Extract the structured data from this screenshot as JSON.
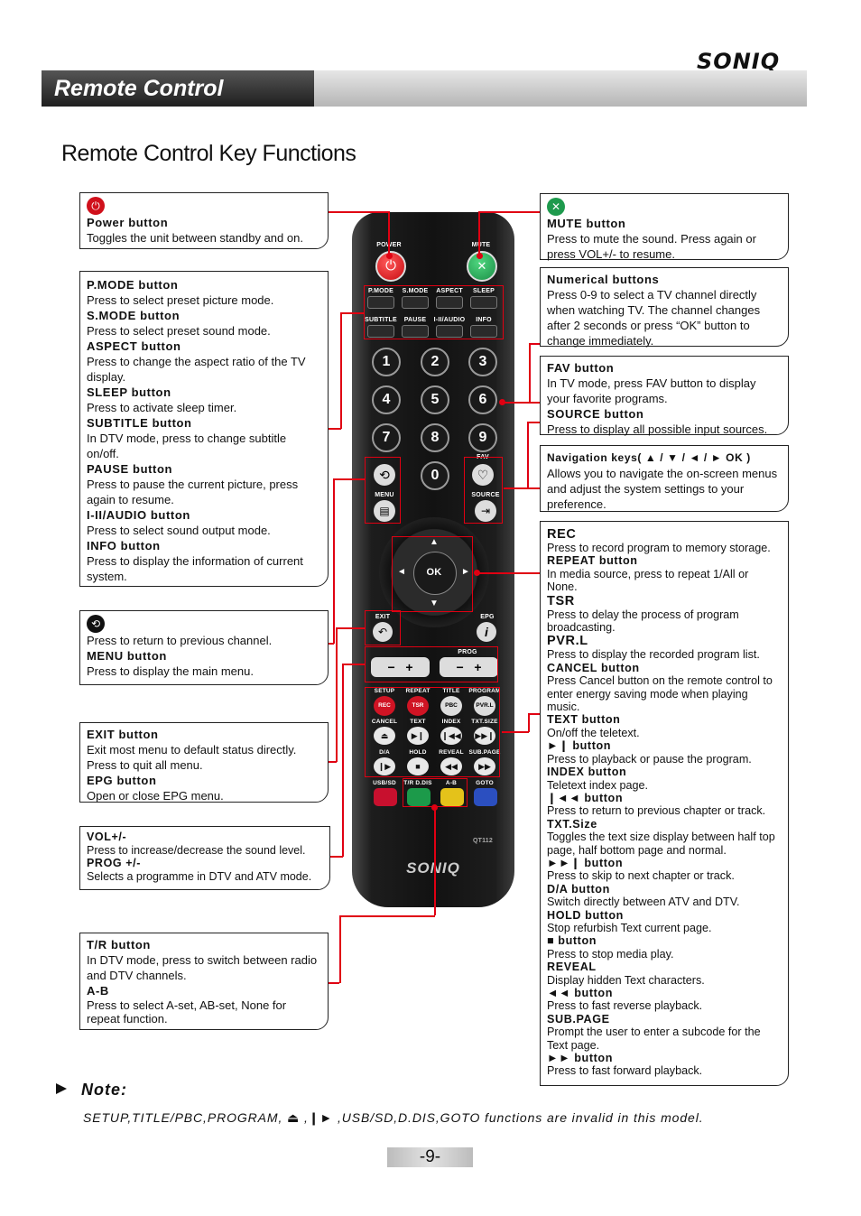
{
  "header": {
    "brand": "SONIQ",
    "section_title": "Remote Control"
  },
  "page_title": "Remote Control Key Functions",
  "left_boxes": {
    "power": {
      "title": "Power button",
      "text": "Toggles the unit between standby and on."
    },
    "pmode": [
      {
        "t": "P.MODE button",
        "d": "Press to select preset picture mode."
      },
      {
        "t": "S.MODE button",
        "d": "Press to select preset sound mode."
      },
      {
        "t": "ASPECT button",
        "d": "Press to change the aspect ratio of the TV display."
      },
      {
        "t": "SLEEP button",
        "d": "Press to activate sleep timer."
      },
      {
        "t": "SUBTITLE button",
        "d": "In DTV mode, press to change subtitle on/off."
      },
      {
        "t": "PAUSE button",
        "d": "Press to pause the current picture, press again to resume."
      },
      {
        "t": "I-II/AUDIO button",
        "d": "Press to select sound output mode."
      },
      {
        "t": "INFO button",
        "d": "Press to display the information of current system."
      }
    ],
    "recall": {
      "text": "Press to return to previous channel.",
      "menu_title": "MENU button",
      "menu_text": "Press to display the main menu."
    },
    "exit": {
      "t1": "EXIT button",
      "d1": "Exit most menu to default status directly. Press to quit all menu.",
      "t2": "EPG button",
      "d2": "Open or close EPG menu."
    },
    "vol": {
      "t1": "VOL+/-",
      "d1": "Press to increase/decrease the sound level.",
      "t2": "PROG +/-",
      "d2": "Selects a programme in DTV and ATV mode."
    },
    "tr": {
      "t1": "T/R button",
      "d1": "In DTV mode, press to switch between radio and DTV channels.",
      "t2": "A-B",
      "d2": "Press to select A-set, AB-set, None for repeat function."
    }
  },
  "right_boxes": {
    "mute": {
      "title": "MUTE button",
      "text": "Press to mute the sound. Press again or press VOL+/- to resume."
    },
    "numerical": {
      "title": "Numerical buttons",
      "text": "Press 0-9 to select a TV channel directly when watching TV. The channel changes after 2 seconds or press “OK” button to change immediately."
    },
    "fav": {
      "t1": "FAV button",
      "d1": "In TV mode, press FAV button to display your favorite programs.",
      "t2": "SOURCE button",
      "d2": "Press to display all possible input sources."
    },
    "nav": {
      "title": "Navigation keys( ▲ / ▼ / ◄ / ► OK )",
      "text": "Allows you to navigate the on-screen menus and adjust the system settings to your preference."
    },
    "media": [
      {
        "t": "REC",
        "d": "Press to record program to memory storage.",
        "big": true
      },
      {
        "t": "REPEAT button",
        "d": "In media source, press to repeat 1/All or None."
      },
      {
        "t": "TSR",
        "d": "Press to delay the process of program broadcasting.",
        "big": true
      },
      {
        "t": "PVR.L",
        "d": "Press to display the recorded program list.",
        "big": true
      },
      {
        "t": "CANCEL button",
        "d": "Press Cancel button on the remote control to enter energy saving mode when playing music."
      },
      {
        "t": "TEXT button",
        "d": "On/off the teletext."
      },
      {
        "t": "►❙ button",
        "d": "Press to playback or pause the program."
      },
      {
        "t": "INDEX button",
        "d": "Teletext index page."
      },
      {
        "t": "❙◄◄ button",
        "d": "Press to return to previous chapter or track."
      },
      {
        "t": "TXT.Size",
        "d": "Toggles the text size display between half top page, half bottom page and normal."
      },
      {
        "t": "►►❙ button",
        "d": "Press to skip to next chapter or track."
      },
      {
        "t": "D/A button",
        "d": "Switch directly between ATV and DTV."
      },
      {
        "t": "HOLD button",
        "d": "Stop refurbish Text current page."
      },
      {
        "t": "■ button",
        "d": "Press to stop media play."
      },
      {
        "t": "REVEAL",
        "d": "Display hidden Text characters."
      },
      {
        "t": "◄◄ button",
        "d": "Press to fast reverse playback."
      },
      {
        "t": "SUB.PAGE",
        "d": "Prompt the user to enter a subcode for the Text page."
      },
      {
        "t": "►► button",
        "d": "Press to fast forward playback."
      }
    ]
  },
  "remote": {
    "power_label": "POWER",
    "mute_label": "MUTE",
    "row1": [
      "P.MODE",
      "S.MODE",
      "ASPECT",
      "SLEEP"
    ],
    "row2": [
      "SUBTITLE",
      "PAUSE",
      "I-II/AUDIO",
      "INFO"
    ],
    "digits": [
      "1",
      "2",
      "3",
      "4",
      "5",
      "6",
      "7",
      "8",
      "9",
      "0"
    ],
    "fav": "FAV",
    "menu": "MENU",
    "source": "SOURCE",
    "ok": "OK",
    "exit": "EXIT",
    "epg": "EPG",
    "prog": "PROG",
    "media_rows": [
      [
        "SETUP",
        "REPEAT",
        "TITLE",
        "PROGRAM"
      ],
      [
        "CANCEL",
        "TEXT",
        "INDEX",
        "TXT.SIZE"
      ],
      [
        "D/A",
        "HOLD",
        "REVEAL",
        "SUB.PAGE"
      ],
      [
        "USB/SD",
        "T/R D.DIS",
        "A-B",
        "GOTO"
      ]
    ],
    "rec_labels": [
      "REC",
      "TSR",
      "PBC",
      "PVR.L"
    ],
    "model": "QT112",
    "logo": "SONIQ"
  },
  "note": {
    "title": "Note:",
    "text": "SETUP,TITLE/PBC,PROGRAM, ⏏ ,❙► ,USB/SD,D.DIS,GOTO functions are invalid in this model."
  },
  "page_number": "-9-"
}
